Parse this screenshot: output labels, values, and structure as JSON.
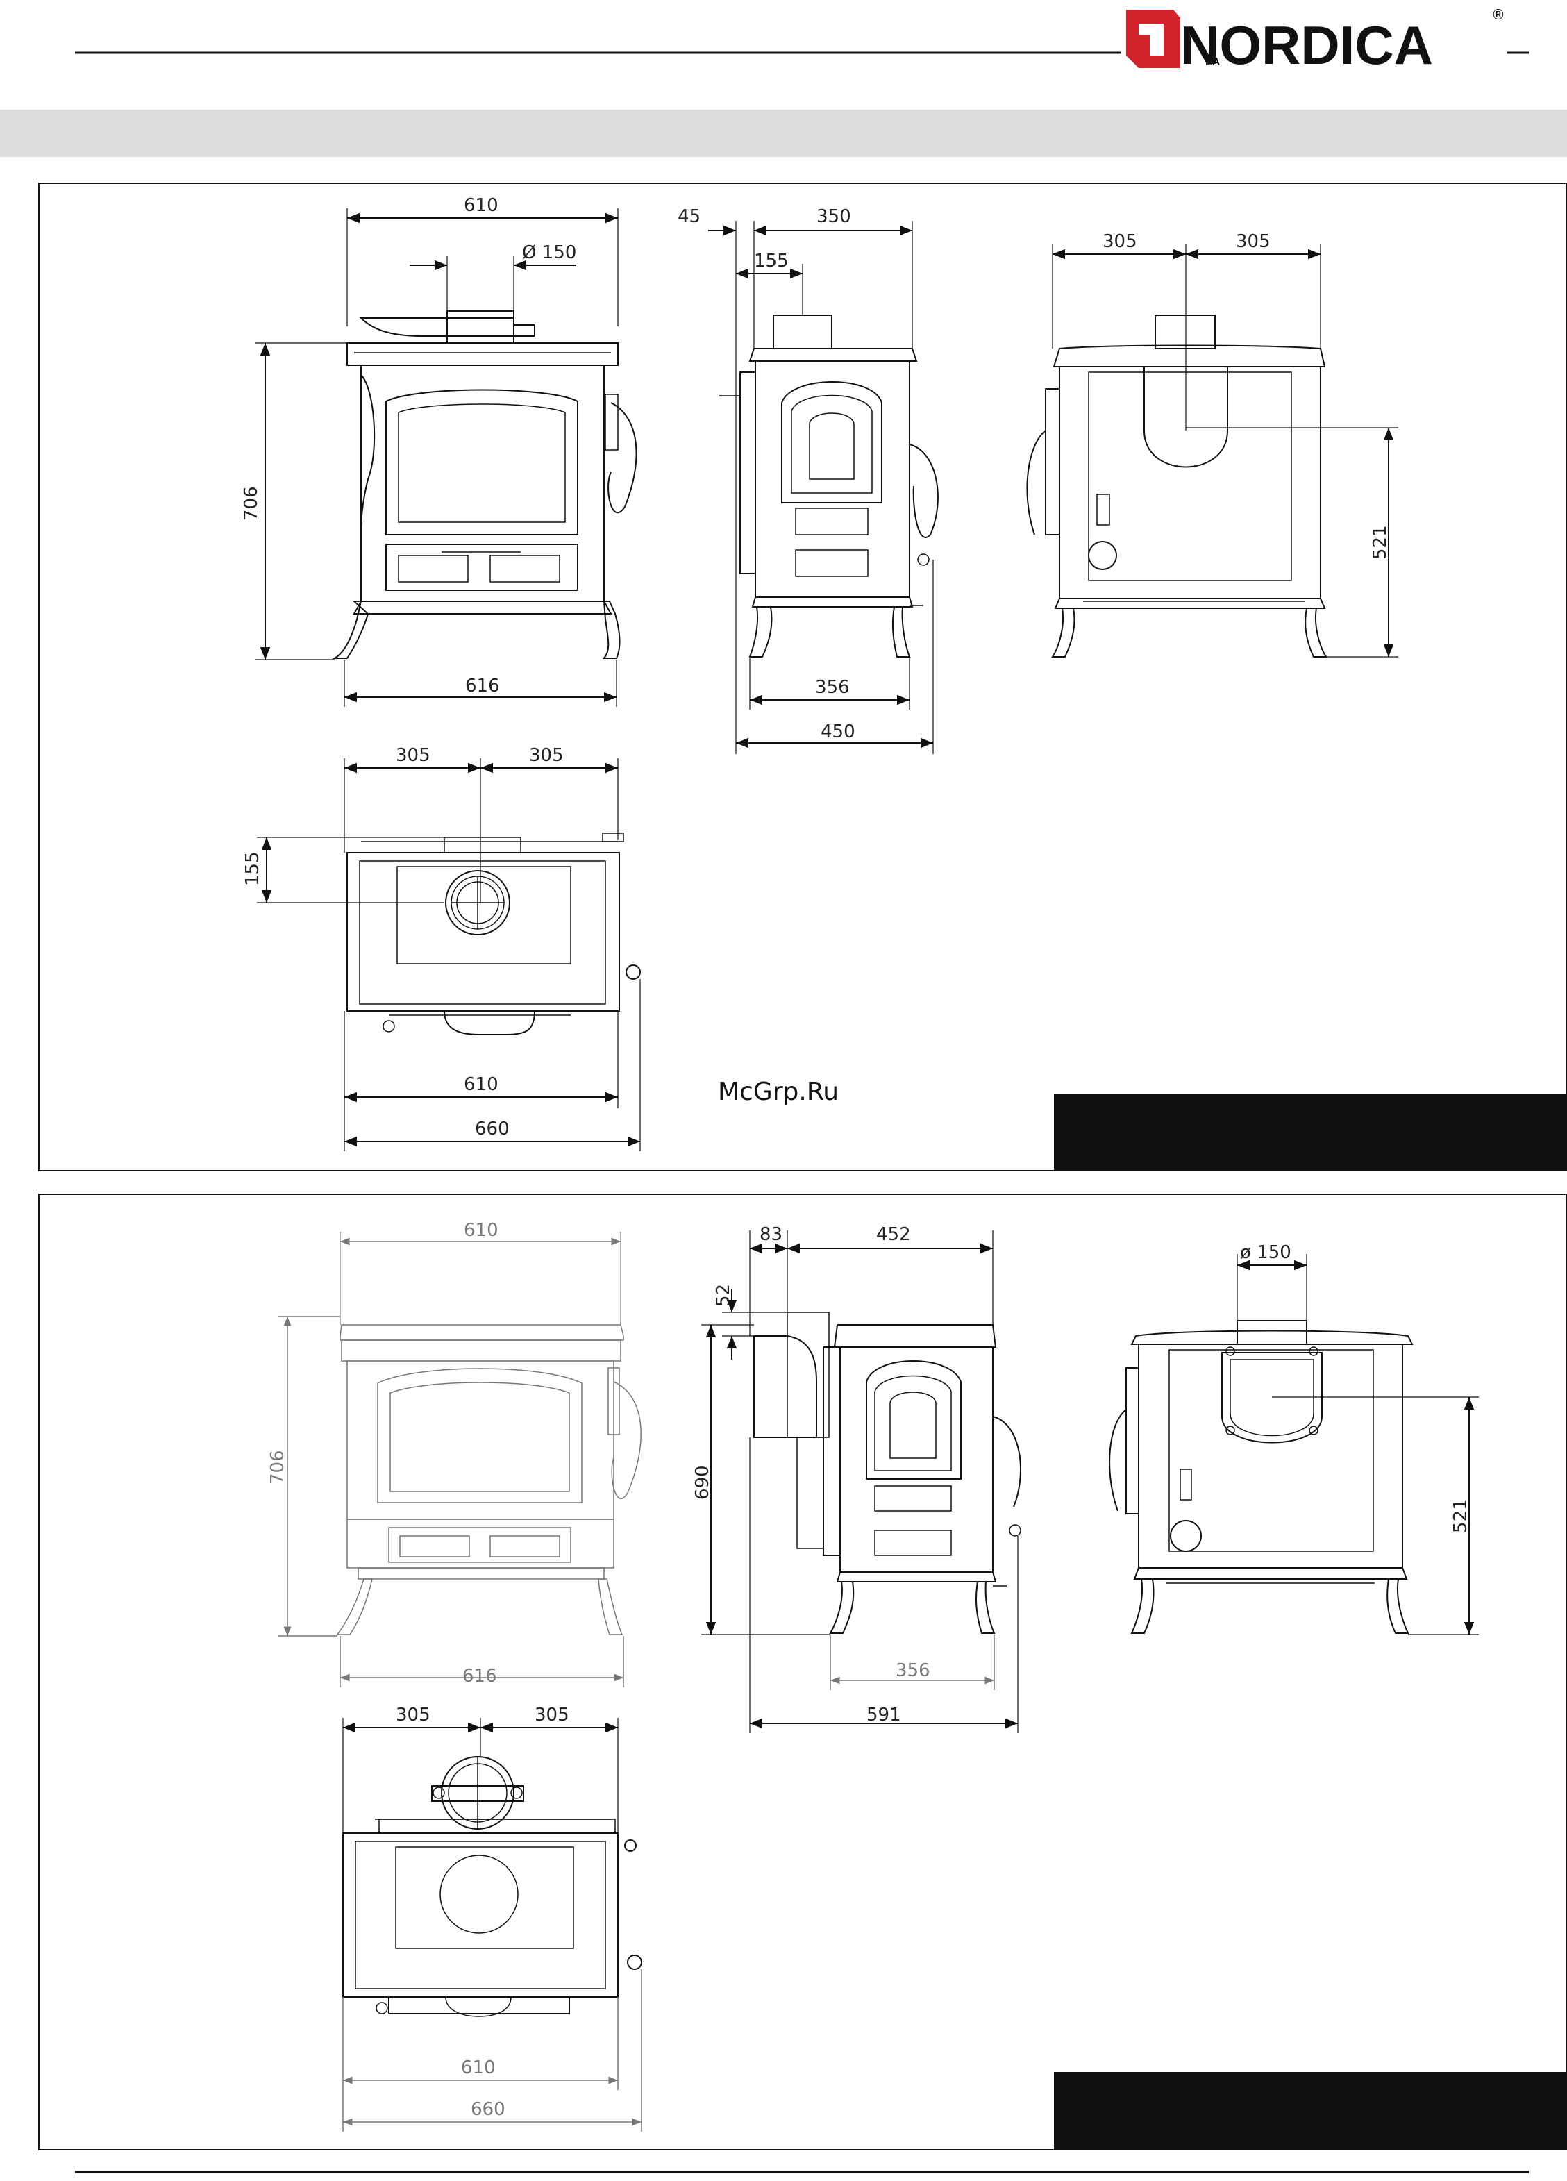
{
  "brand": {
    "name": "NORDICA",
    "prefix": "LA",
    "registered_mark": "®",
    "accent_color": "#d2232a"
  },
  "header": {
    "band_color": "#dcdcdc"
  },
  "watermark": "McGrp.Ru",
  "panel1": {
    "front": {
      "width_top": "610",
      "flue_diameter": "Ø 150",
      "height": "706",
      "width_feet": "616"
    },
    "side": {
      "offset": "45",
      "depth_top": "350",
      "flue_offset": "155",
      "depth_feet": "356",
      "depth_total": "450"
    },
    "back": {
      "half_left": "305",
      "half_right": "305",
      "flue_height": "521"
    },
    "top": {
      "half_left": "305",
      "half_right": "305",
      "flue_offset": "155",
      "width_body": "610",
      "width_total": "660"
    },
    "label_box_color": "#111111"
  },
  "panel2": {
    "front": {
      "width_top": "610",
      "height": "706",
      "width_feet": "616"
    },
    "side": {
      "offset": "83",
      "depth_top": "452",
      "flue_drop": "52",
      "flue_height": "690",
      "depth_feet": "356",
      "depth_total": "591"
    },
    "back": {
      "flue_diameter": "ø 150",
      "flue_height": "521"
    },
    "top": {
      "half_left": "305",
      "half_right": "305",
      "width_body": "610",
      "width_total": "660"
    },
    "label_box_color": "#111111"
  }
}
